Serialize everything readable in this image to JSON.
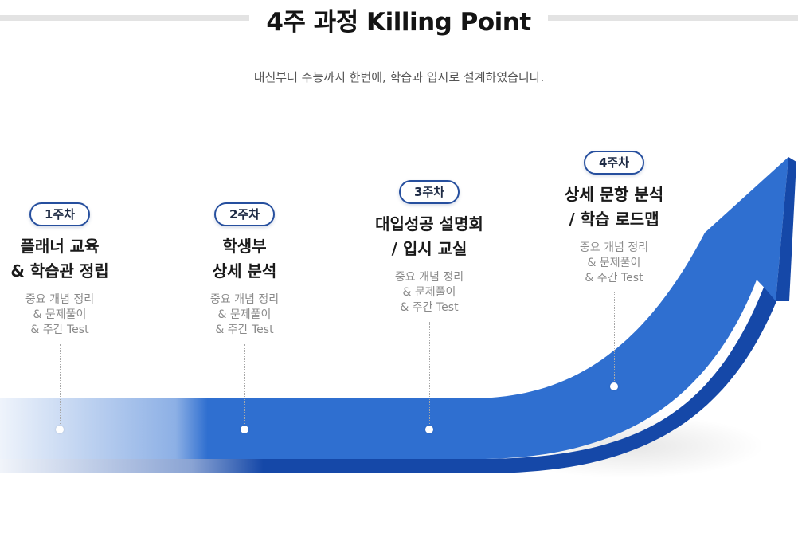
{
  "title": "4주 과정 Killing Point",
  "subtitle": "내신부터 수능까지 한번에, 학습과 입시로 설계하였습니다.",
  "colors": {
    "arrow_main": "#2f6fd0",
    "arrow_dark": "#1548a8",
    "badge_border": "#264f9e"
  },
  "steps": [
    {
      "badge": "1주차",
      "title": [
        "플래너 교육",
        "& 학습관 정립"
      ],
      "desc": [
        "중요 개념 정리",
        "& 문제풀이",
        "& 주간 Test"
      ]
    },
    {
      "badge": "2주차",
      "title": [
        "학생부",
        "상세 분석"
      ],
      "desc": [
        "중요 개념 정리",
        "& 문제풀이",
        "& 주간 Test"
      ]
    },
    {
      "badge": "3주차",
      "title": [
        "대입성공 설명회",
        "/ 입시 교실"
      ],
      "desc": [
        "중요 개념 정리",
        "& 문제풀이",
        "& 주간 Test"
      ]
    },
    {
      "badge": "4주차",
      "title": [
        "상세 문항 분석",
        "/ 학습 로드맵"
      ],
      "desc": [
        "중요 개념 정리",
        "& 문제풀이",
        "& 주간 Test"
      ]
    }
  ]
}
